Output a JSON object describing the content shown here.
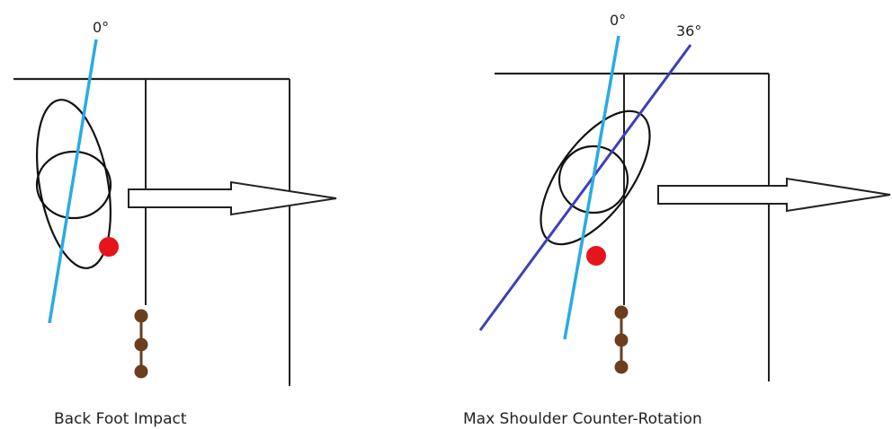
{
  "panels": [
    {
      "caption": "Back Foot Impact",
      "angle_labels": [
        "0°"
      ]
    },
    {
      "caption": "Max Shoulder Counter-Rotation",
      "angle_labels": [
        "0°",
        "36°"
      ]
    }
  ],
  "colors": {
    "outline": "#222222",
    "zero_line": "#29abe2",
    "rotation_line": "#3f3fb8",
    "ball": "#e8141b",
    "stumps": "#6b3e1f"
  }
}
